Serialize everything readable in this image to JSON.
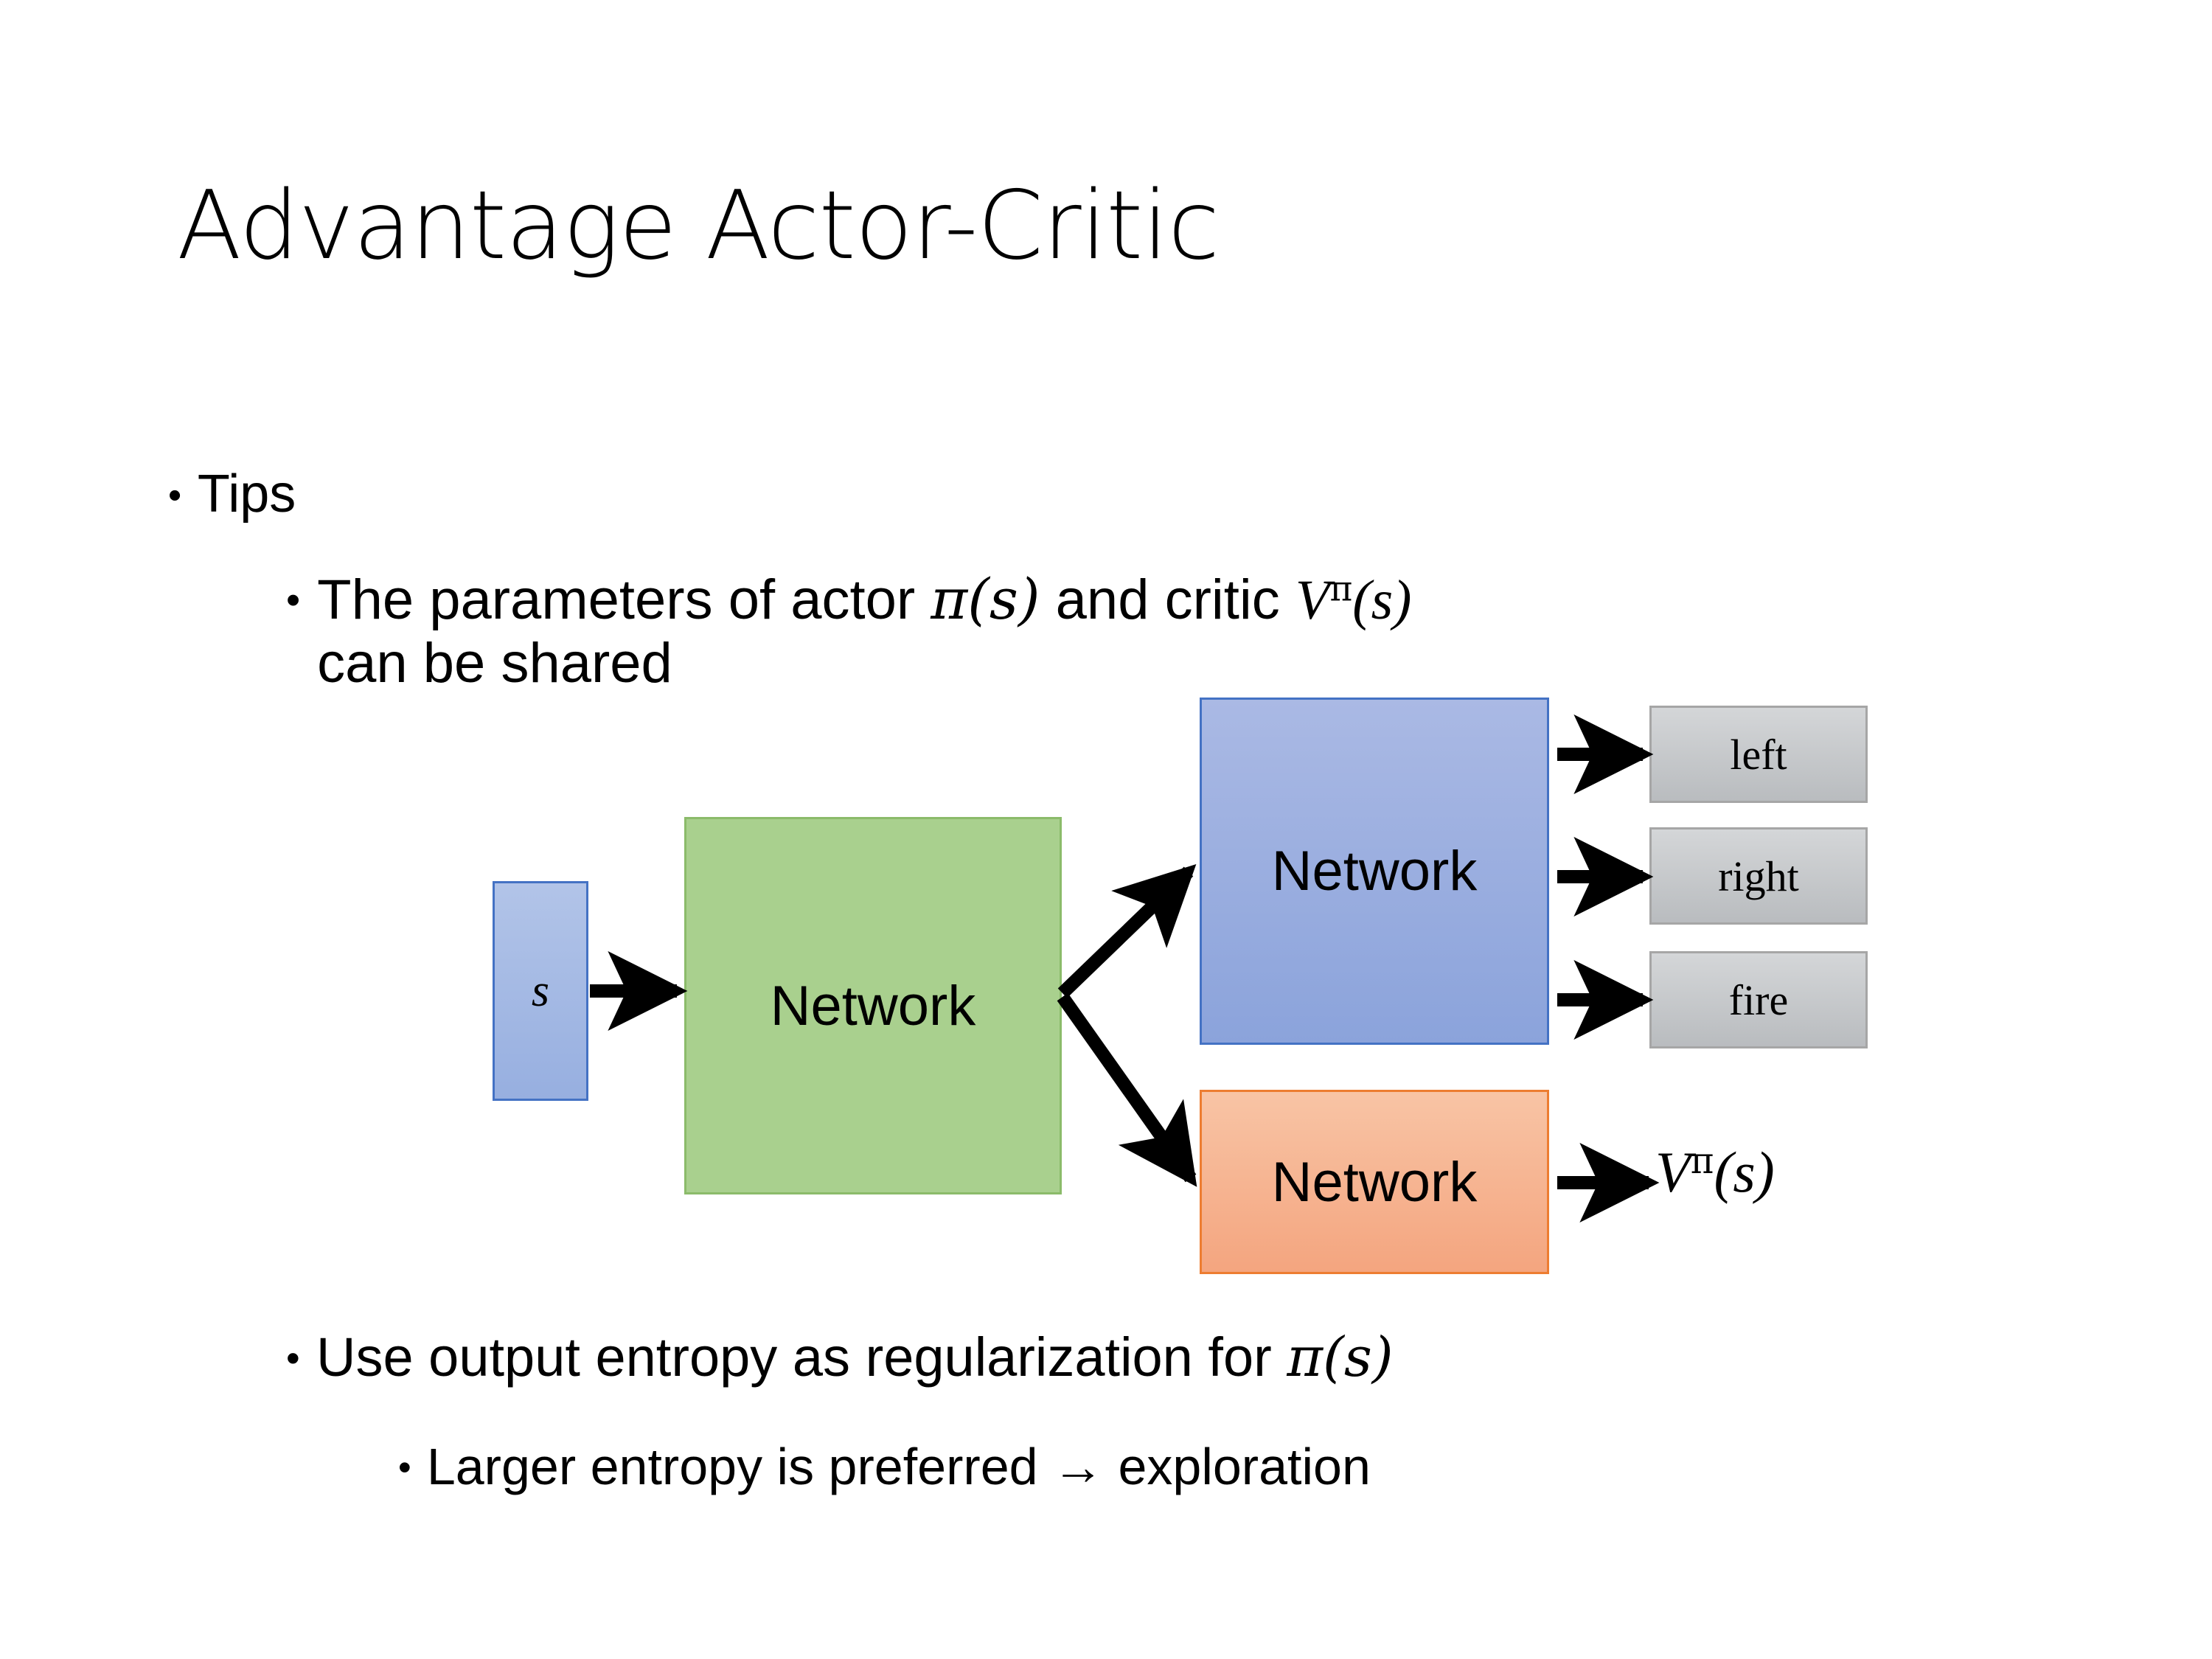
{
  "slide": {
    "title": "Advantage Actor-Critic",
    "background_color": "#ffffff",
    "text_color": "#000000"
  },
  "bullets": {
    "tips": {
      "marker": "•",
      "text": "Tips"
    },
    "shared": {
      "marker": "•",
      "text_before_pi": "The parameters of actor ",
      "pi_of_s": "π(s)",
      "text_middle": "  and critic ",
      "v_base": "V",
      "v_exponent": "π",
      "v_argument": "(s)",
      "text_line2": "can be shared"
    },
    "entropy": {
      "marker": "•",
      "text_before_pi": "Use output entropy as regularization for ",
      "pi_of_s": "π(s)"
    },
    "larger": {
      "marker": "•",
      "text": "Larger entropy is preferred → exploration"
    }
  },
  "diagram": {
    "state_box": {
      "label": "s",
      "fill": "#a6bae4",
      "border": "#4472c4"
    },
    "shared_network_box": {
      "label": "Network",
      "fill": "#a9d08e",
      "border": "#8bbb6a"
    },
    "actor_network_box": {
      "label": "Network",
      "fill": "#9cb0e0",
      "border": "#4472c4"
    },
    "critic_network_box": {
      "label": "Network",
      "fill": "#f6b68f",
      "border": "#ed7d31"
    },
    "action_boxes": [
      {
        "label": "left",
        "fill": "#c6c9cb",
        "border": "#a6a6a6"
      },
      {
        "label": "right",
        "fill": "#c6c9cb",
        "border": "#a6a6a6"
      },
      {
        "label": "fire",
        "fill": "#c6c9cb",
        "border": "#a6a6a6"
      }
    ],
    "value_output": {
      "base": "V",
      "exponent": "π",
      "argument": "(s)"
    },
    "arrow_color": "#000000"
  }
}
